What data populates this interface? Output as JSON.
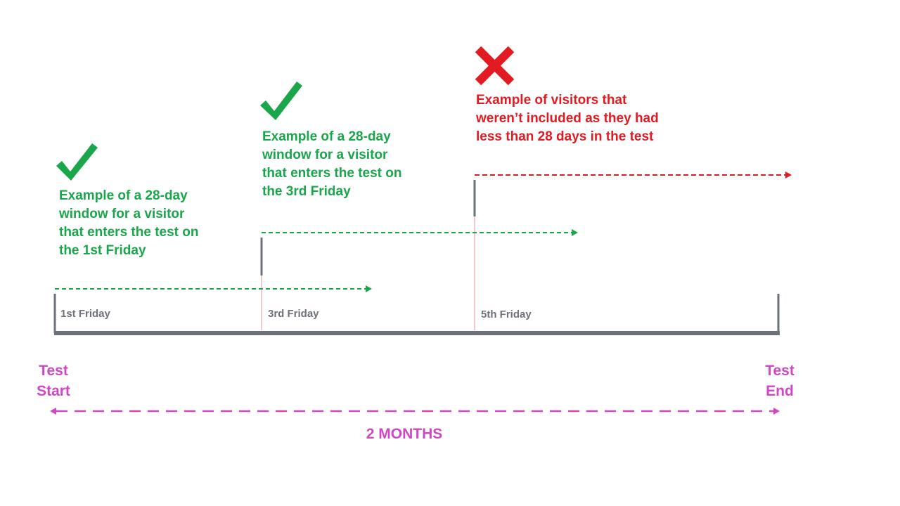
{
  "colors": {
    "green": "#1aa64a",
    "red": "#e21b23",
    "gray": "#6d717c",
    "pink": "#cf47c3",
    "faint_pink": "#f3c8cc"
  },
  "icons": {
    "check_1": "check-icon",
    "check_2": "check-icon",
    "cross": "cross-icon"
  },
  "annotations": {
    "first": "Example of a 28-day window for a visitor that enters the test on the 1st Friday",
    "third": "Example of a 28-day window for a visitor that enters the test on the 3rd Friday",
    "excluded": "Example of visitors that weren’t included as they had less than 28 days in the test"
  },
  "timeline": {
    "fridays": [
      "1st Friday",
      "3rd Friday",
      "5th Friday"
    ],
    "start_label": "Test Start",
    "end_label": "Test End",
    "duration_label": "2 MONTHS"
  }
}
